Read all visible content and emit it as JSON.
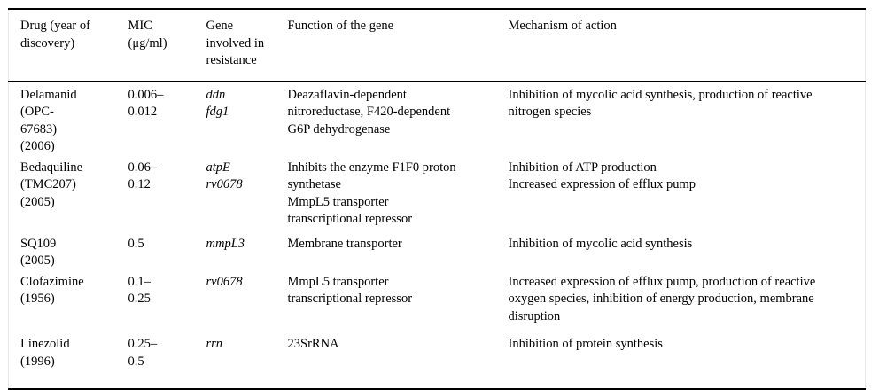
{
  "table": {
    "columns": [
      {
        "key": "drug",
        "label": "Drug (year of discovery)"
      },
      {
        "key": "mic",
        "label": "MIC (μg/ml)"
      },
      {
        "key": "gene",
        "label": "Gene involved in resistance"
      },
      {
        "key": "function",
        "label": "Function of the gene"
      },
      {
        "key": "mechanism",
        "label": "Mechanism of action"
      }
    ],
    "header_lines": {
      "drug_l1": "Drug (year of",
      "drug_l2": "discovery)",
      "mic_l1": "MIC",
      "mic_l2": "(μg/ml)",
      "gene_l1": "Gene",
      "gene_l2": "involved in",
      "gene_l3": "resistance",
      "function_l1": "Function of the gene",
      "mechanism_l1": "Mechanism of action"
    },
    "rows": [
      {
        "id": "delamanid",
        "drug": {
          "l1": "Delamanid",
          "l2": "(OPC-",
          "l3": "67683)",
          "l4": "(2006)"
        },
        "mic": {
          "l1": "0.006–",
          "l2": "0.012"
        },
        "gene": {
          "l1": "ddn",
          "l2": "fdg1"
        },
        "function": {
          "l1": "Deazaflavin-dependent",
          "l2": "nitroreductase, F420-dependent",
          "l3": "G6P dehydrogenase"
        },
        "mechanism": {
          "l1": "Inhibition of mycolic acid synthesis, production of reactive",
          "l2": "nitrogen species"
        }
      },
      {
        "id": "bedaquiline",
        "drug": {
          "l1": "Bedaquiline",
          "l2": "(TMC207)",
          "l3": "(2005)"
        },
        "mic": {
          "l1": "0.06–",
          "l2": "0.12"
        },
        "gene": {
          "l1": "atpE",
          "l2": "rv0678"
        },
        "function": {
          "l1": "Inhibits the enzyme F1F0 proton",
          "l2": "synthetase",
          "l3": "MmpL5 transporter",
          "l4": "transcriptional repressor"
        },
        "mechanism": {
          "l1": "Inhibition of ATP production",
          "l2": "Increased expression of efflux pump"
        }
      },
      {
        "id": "sq109",
        "drug": {
          "l1": "SQ109",
          "l2": "(2005)"
        },
        "mic": {
          "l1": "0.5"
        },
        "gene": {
          "l1": "mmpL3"
        },
        "function": {
          "l1": "Membrane transporter"
        },
        "mechanism": {
          "l1": "Inhibition of mycolic acid synthesis"
        }
      },
      {
        "id": "clofazimine",
        "drug": {
          "l1": "Clofazimine",
          "l2": "(1956)"
        },
        "mic": {
          "l1": "0.1–",
          "l2": "0.25"
        },
        "gene": {
          "l1": "rv0678"
        },
        "function": {
          "l1": "MmpL5 transporter",
          "l2": "transcriptional repressor"
        },
        "mechanism": {
          "l1": "Increased expression of efflux pump, production of reactive",
          "l2": "oxygen species, inhibition of energy production, membrane",
          "l3": "disruption"
        }
      },
      {
        "id": "linezolid",
        "drug": {
          "l1": "Linezolid",
          "l2": "(1996)"
        },
        "mic": {
          "l1": "0.25–",
          "l2": "0.5"
        },
        "gene": {
          "l1": "rrn"
        },
        "function": {
          "l1": "23SrRNA"
        },
        "mechanism": {
          "l1": "Inhibition of protein synthesis"
        }
      }
    ]
  }
}
